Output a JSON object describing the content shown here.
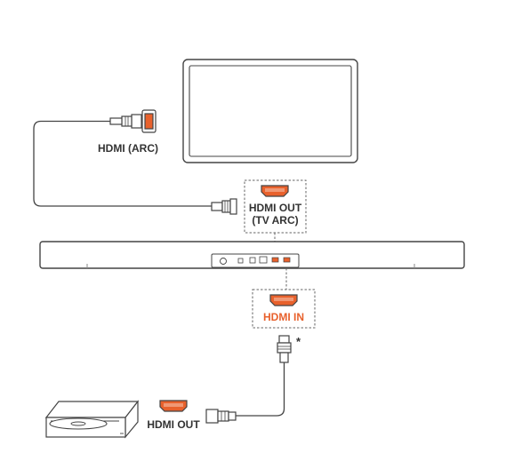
{
  "labels": {
    "tv_hdmi_arc": "HDMI (ARC)",
    "soundbar_hdmi_out_line1": "HDMI OUT",
    "soundbar_hdmi_out_line2": "(TV ARC)",
    "soundbar_hdmi_in": "HDMI IN",
    "source_hdmi_out": "HDMI OUT",
    "footnote_marker": "*"
  },
  "colors": {
    "accent": "#e8612c",
    "line": "#444444",
    "text": "#333333"
  },
  "icons": [
    "tv-icon",
    "soundbar-icon",
    "hdmi-port-icon",
    "hdmi-plug-icon",
    "blu-ray-player-icon",
    "disc-icon"
  ]
}
